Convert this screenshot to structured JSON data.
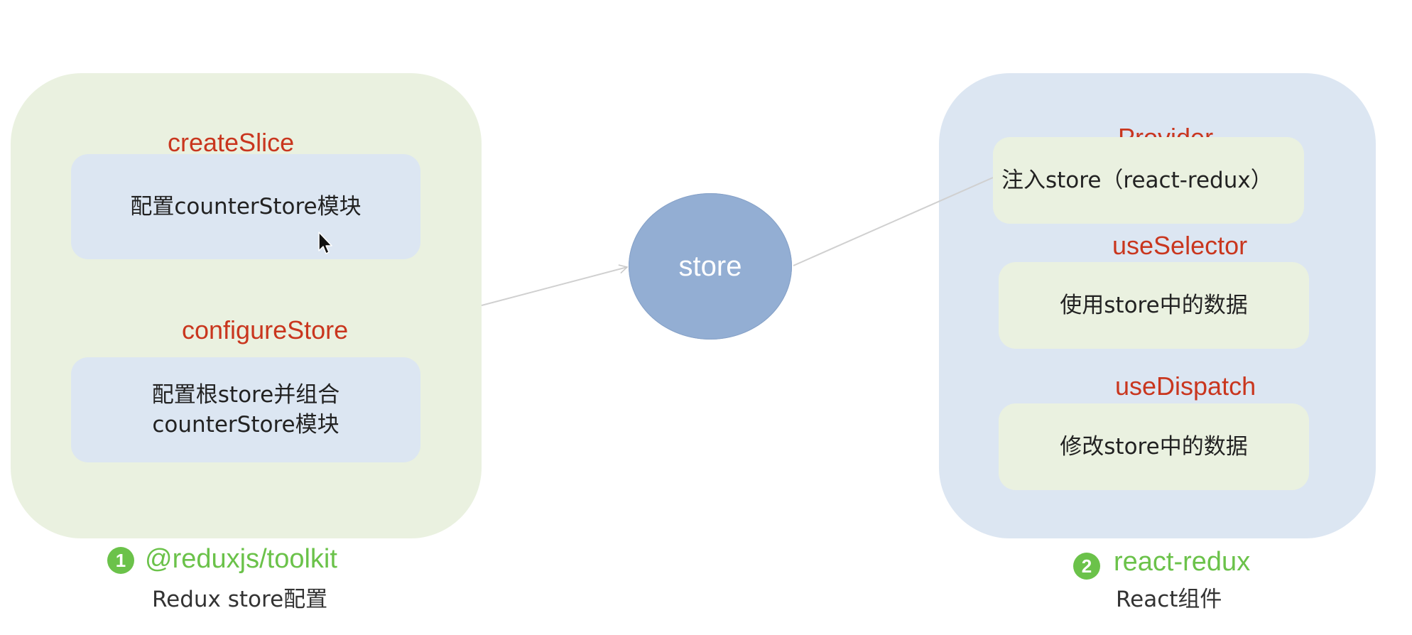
{
  "left_group": {
    "create_slice_label": "createSlice",
    "create_slice_box": "配置counterStore模块",
    "configure_store_label": "configureStore",
    "configure_store_box_line1": "配置根store并组合",
    "configure_store_box_line2": "counterStore模块",
    "number": "1",
    "title": "@reduxjs/toolkit",
    "subtitle": "Redux store配置"
  },
  "center": {
    "store_label": "store"
  },
  "right_group": {
    "provider_label": "Provider",
    "provider_box": "注入store（react-redux）",
    "use_selector_label": "useSelector",
    "use_selector_box": "使用store中的数据",
    "use_dispatch_label": "useDispatch",
    "use_dispatch_box": "修改store中的数据",
    "number": "2",
    "title": "react-redux",
    "subtitle": "React组件"
  },
  "colors": {
    "red_label": "#c9361e",
    "green_label": "#6bc24a",
    "store_fill": "#93aed3",
    "left_panel": "#eaf1e0",
    "right_panel": "#dce6f2"
  }
}
